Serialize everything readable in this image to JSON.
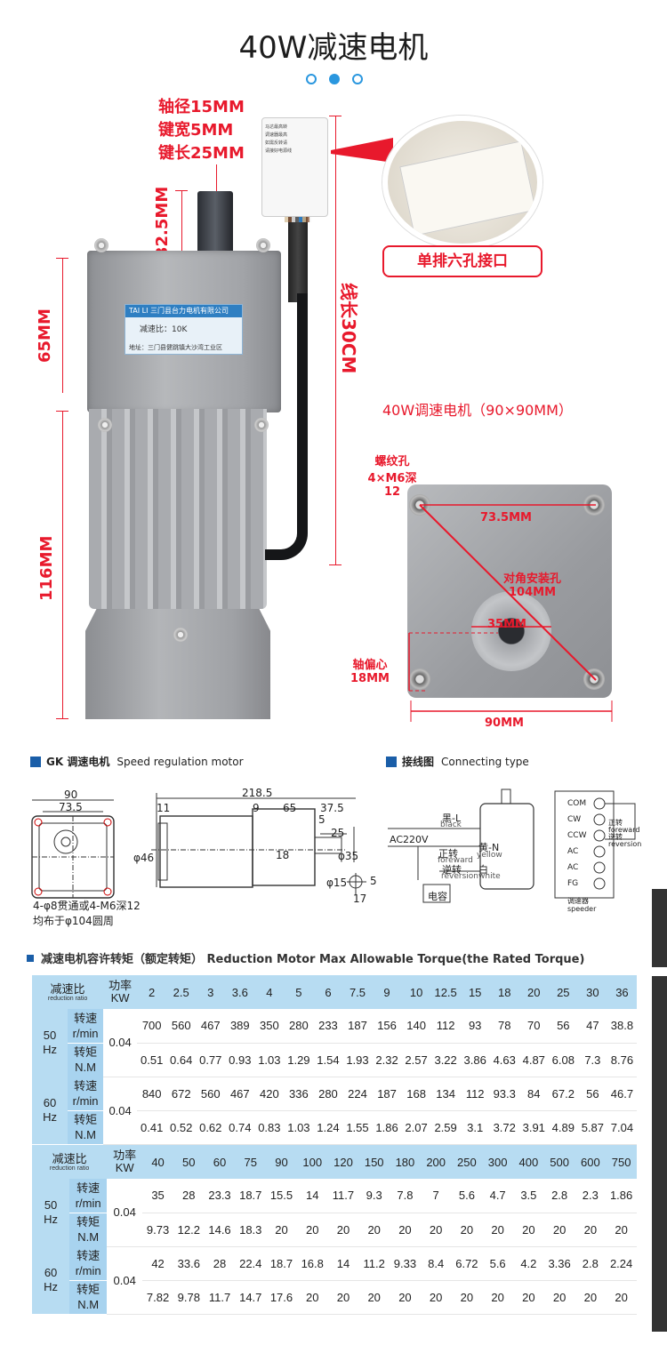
{
  "page": {
    "title": "40W减速电机"
  },
  "carousel": {
    "dots": 3,
    "active_index": 1
  },
  "photo": {
    "shaft_diameter": "轴径15MM",
    "key_width": "键宽5MM",
    "key_length": "键长25MM",
    "shaft_length": "32.5MM",
    "gearbox_height": "65MM",
    "motor_height": "116MM",
    "cable_length": "线长30CM",
    "connector_label": "单排六孔接口",
    "plate_company": "三门县台力电机有限公司",
    "plate_ratio": "减速比：10K",
    "plate_address": "地址：三门县健跳镇大沙湾工业区",
    "plate_brand": "TAI LI",
    "tag_lines": [
      "马达最高转",
      "调速器最高",
      "如需反转请",
      "请接好电源线"
    ],
    "front_caption": "40W调速电机（90×90MM）",
    "thread_hole": "螺纹孔",
    "thread_spec": "4×M6深12",
    "hole_spacing": "73.5MM",
    "diag_label": "对角安装孔",
    "diag_value": "104MM",
    "boss_diameter": "35MM",
    "offset_label": "轴偏心",
    "offset_value": "18MM",
    "width_value": "90MM"
  },
  "motor_drawing": {
    "heading_cn": "GK 调速电机",
    "heading_en": "Speed regulation motor",
    "front": {
      "w_outer": "90",
      "w_inner": "73.5",
      "note1": "4-φ8贯通或4-M6深12",
      "note2": "均布于φ104圆周"
    },
    "side": {
      "total": "218.5",
      "d1": "11",
      "d2": "9",
      "d3": "65",
      "d4": "37.5",
      "d5": "5",
      "d6": "25",
      "d7": "18",
      "phi46": "φ46",
      "phi35": "φ35",
      "phi15": "φ15",
      "k5": "5",
      "k17": "17"
    }
  },
  "wiring": {
    "heading_cn": "接线图",
    "heading_en": "Connecting type",
    "ac": "AC220V",
    "black_cn": "黑-L",
    "black_en": "black",
    "yellow_cn": "黄-N",
    "yellow_en": "yellow",
    "fwd_cn": "正转",
    "fwd_en": "foreward",
    "rev_cn": "逆转",
    "rev_en": "reversion",
    "white_cn": "白",
    "white_en": "white",
    "cap": "电容",
    "terminals": [
      "COM",
      "CW",
      "CCW",
      "AC",
      "AC",
      "FG"
    ],
    "t_fwd_cn": "正转",
    "t_fwd_en": "foreward",
    "t_rev_cn": "逆转",
    "t_rev_en": "reversion",
    "speeder_cn": "调速器",
    "speeder_en": "speeder"
  },
  "torque": {
    "title": "减速电机容许转矩（额定转矩） Reduction Motor Max Allowable Torque(the Rated Torque)",
    "ratio_cn": "减速比",
    "ratio_en": "reduction ratio",
    "power_label": "功率 KW",
    "power_value": "0.04",
    "speed_label": "转速 r/min",
    "torque_label": "转矩 N.M",
    "hz50": "50 Hz",
    "hz60": "60 Hz",
    "table1": {
      "ratios": [
        "2",
        "2.5",
        "3",
        "3.6",
        "4",
        "5",
        "6",
        "7.5",
        "9",
        "10",
        "12.5",
        "15",
        "18",
        "20",
        "25",
        "30",
        "36"
      ],
      "speed50": [
        "700",
        "560",
        "467",
        "389",
        "350",
        "280",
        "233",
        "187",
        "156",
        "140",
        "112",
        "93",
        "78",
        "70",
        "56",
        "47",
        "38.8"
      ],
      "torque50": [
        "0.51",
        "0.64",
        "0.77",
        "0.93",
        "1.03",
        "1.29",
        "1.54",
        "1.93",
        "2.32",
        "2.57",
        "3.22",
        "3.86",
        "4.63",
        "4.87",
        "6.08",
        "7.3",
        "8.76"
      ],
      "speed60": [
        "840",
        "672",
        "560",
        "467",
        "420",
        "336",
        "280",
        "224",
        "187",
        "168",
        "134",
        "112",
        "93.3",
        "84",
        "67.2",
        "56",
        "46.7"
      ],
      "torque60": [
        "0.41",
        "0.52",
        "0.62",
        "0.74",
        "0.83",
        "1.03",
        "1.24",
        "1.55",
        "1.86",
        "2.07",
        "2.59",
        "3.1",
        "3.72",
        "3.91",
        "4.89",
        "5.87",
        "7.04"
      ]
    },
    "table2": {
      "ratios": [
        "40",
        "50",
        "60",
        "75",
        "90",
        "100",
        "120",
        "150",
        "180",
        "200",
        "250",
        "300",
        "400",
        "500",
        "600",
        "750"
      ],
      "speed50": [
        "35",
        "28",
        "23.3",
        "18.7",
        "15.5",
        "14",
        "11.7",
        "9.3",
        "7.8",
        "7",
        "5.6",
        "4.7",
        "3.5",
        "2.8",
        "2.3",
        "1.86"
      ],
      "torque50": [
        "9.73",
        "12.2",
        "14.6",
        "18.3",
        "20",
        "20",
        "20",
        "20",
        "20",
        "20",
        "20",
        "20",
        "20",
        "20",
        "20",
        "20"
      ],
      "speed60": [
        "42",
        "33.6",
        "28",
        "22.4",
        "18.7",
        "16.8",
        "14",
        "11.2",
        "9.33",
        "8.4",
        "6.72",
        "5.6",
        "4.2",
        "3.36",
        "2.8",
        "2.24"
      ],
      "torque60": [
        "7.82",
        "9.78",
        "11.7",
        "14.7",
        "17.6",
        "20",
        "20",
        "20",
        "20",
        "20",
        "20",
        "20",
        "20",
        "20",
        "20",
        "20"
      ]
    }
  },
  "colors": {
    "accent_red": "#e8192c",
    "table_blue": "#b7dcf2",
    "dot_blue": "#2a97df",
    "heading_blue": "#1a5ea8"
  }
}
